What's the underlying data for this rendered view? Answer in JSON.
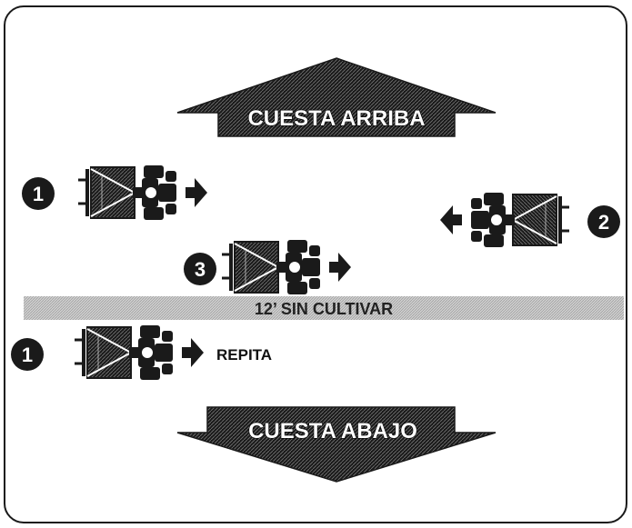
{
  "diagram": {
    "uphill_label": "CUESTA ARRIBA",
    "downhill_label": "CUESTA ABAJO",
    "strip_label": "12’ SIN CULTIVAR",
    "repeat_label": "REPITA",
    "passes": [
      {
        "number": "1",
        "direction": "right"
      },
      {
        "number": "2",
        "direction": "left"
      },
      {
        "number": "3",
        "direction": "right"
      },
      {
        "number": "1",
        "direction": "right"
      }
    ],
    "colors": {
      "ink": "#1a1a1a",
      "strip": "#bdbdbd",
      "background": "#ffffff"
    }
  }
}
